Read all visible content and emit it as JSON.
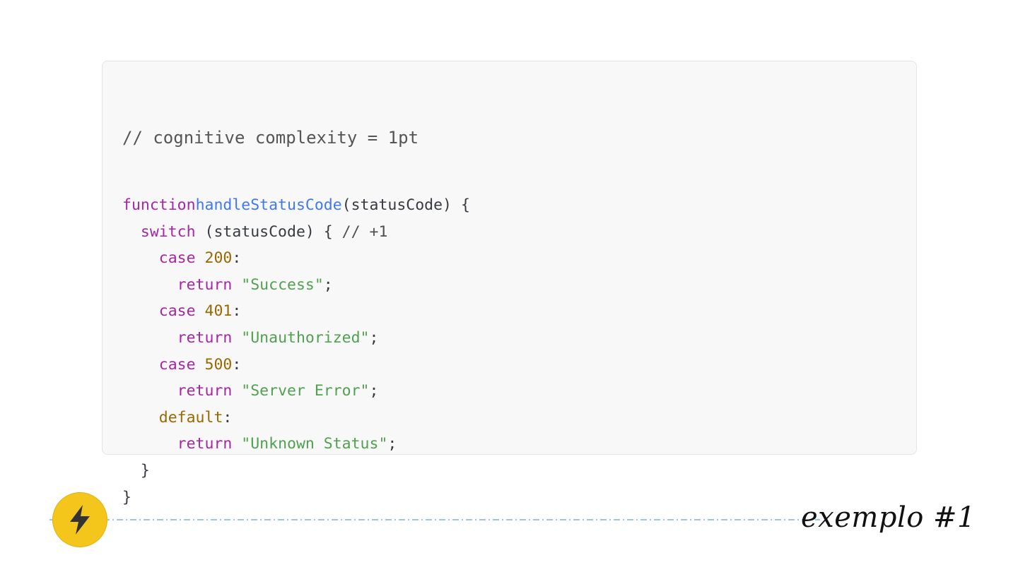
{
  "code": {
    "comment_header": "// cognitive complexity = 1pt",
    "lines": [
      {
        "kw": "function",
        "fn": "handleStatusCode",
        "rest": "(statusCode) {"
      },
      {
        "indent": "  ",
        "kw": "switch",
        "rest": " (statusCode) { ",
        "comment": "// +1"
      },
      {
        "indent": "    ",
        "kw": "case",
        "num": "200",
        "rest": ":"
      },
      {
        "indent": "      ",
        "kw": "return",
        "str": "\"Success\"",
        "rest": ";"
      },
      {
        "indent": "    ",
        "kw": "case",
        "num": "401",
        "rest": ":"
      },
      {
        "indent": "      ",
        "kw": "return",
        "str": "\"Unauthorized\"",
        "rest": ";"
      },
      {
        "indent": "    ",
        "kw": "case",
        "num": "500",
        "rest": ":"
      },
      {
        "indent": "      ",
        "kw": "return",
        "str": "\"Server Error\"",
        "rest": ";"
      },
      {
        "indent": "    ",
        "num": "default",
        "rest": ":"
      },
      {
        "indent": "      ",
        "kw": "return",
        "str": "\"Unknown Status\"",
        "rest": ";"
      },
      {
        "indent": "  ",
        "rest": "}"
      },
      {
        "rest": "}"
      }
    ]
  },
  "footer": {
    "caption": "exemplo #1",
    "icon": "lightning-bolt-icon",
    "badge_color": "#f4c51b",
    "divider_color": "#7fb3d0"
  }
}
